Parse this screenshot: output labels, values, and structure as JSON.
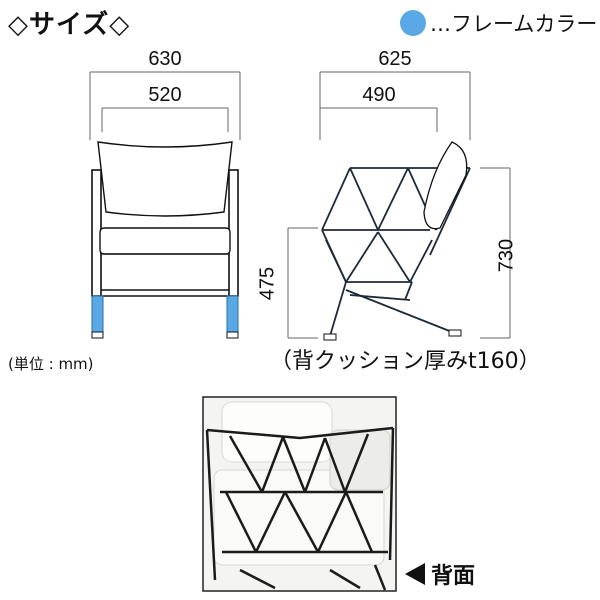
{
  "header": {
    "title": "◇サイズ◇"
  },
  "legend": {
    "text": "…フレームカラー",
    "color": "#5aa9e6"
  },
  "front_view": {
    "width_outer": "630",
    "width_inner": "520"
  },
  "side_view": {
    "depth_outer": "625",
    "depth_inner": "490",
    "seat_height": "475",
    "total_height": "730"
  },
  "unit_note": "(単位 : mm)",
  "cushion_note": "（背クッション厚みt160）",
  "photo_label": "背面"
}
